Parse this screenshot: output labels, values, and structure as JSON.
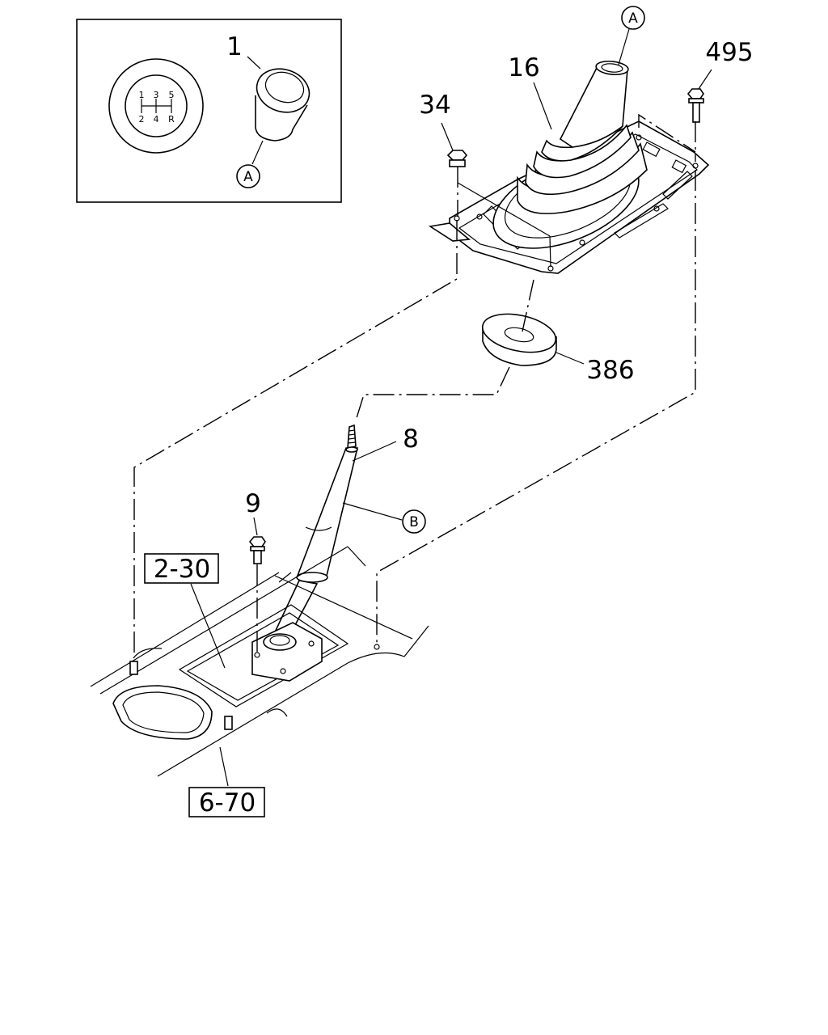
{
  "callouts": {
    "knob": "1",
    "boot": "16",
    "nut": "34",
    "bolt_top": "495",
    "seal": "386",
    "lever": "8",
    "bolt_lever": "9"
  },
  "circle_refs": {
    "a_top": "A",
    "a_inset": "A",
    "b": "B"
  },
  "page_refs": {
    "ref_2_30": "2-30",
    "ref_6_70": "6-70"
  },
  "shift_pattern": {
    "top_row": [
      "1",
      "3",
      "5"
    ],
    "bottom_row": [
      "2",
      "4",
      "R"
    ]
  }
}
